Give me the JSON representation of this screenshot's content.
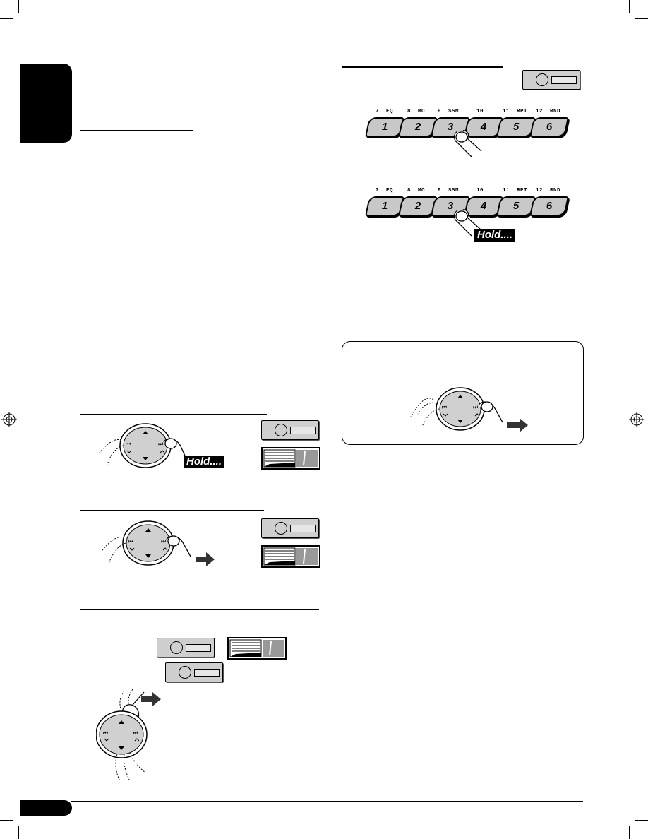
{
  "presets": {
    "top_labels": [
      "7  EQ",
      "8  MO",
      "9  SSM",
      "10",
      "11  RPT",
      "12  RND"
    ],
    "buttons": [
      "1",
      "2",
      "3",
      "4",
      "5",
      "6"
    ]
  },
  "hold_label": "Hold...."
}
